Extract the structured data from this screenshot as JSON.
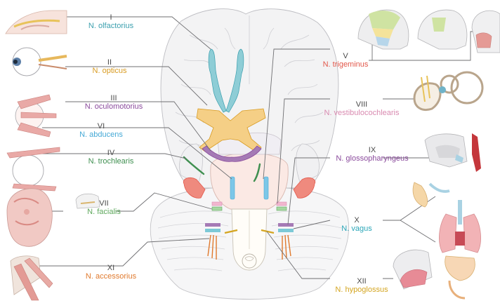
{
  "colors": {
    "olfactorius": "#3a9fae",
    "opticus": "#d89a1f",
    "trigeminus": "#e2574a",
    "oculomotorius": "#8a4a9c",
    "vestibulocochlearis": "#d98ab0",
    "abducens": "#45a9d6",
    "trochlearis": "#3f8f50",
    "glossopharyngeus": "#8a4a9c",
    "facialis": "#5ea85c",
    "vagus": "#2aa6b8",
    "accessorius": "#e07a2e",
    "hypoglossus": "#d4a520"
  },
  "nerves": [
    {
      "id": "olfactorius",
      "numeral": "I",
      "name": "N. olfactorius",
      "icon": "nose-section-icon"
    },
    {
      "id": "opticus",
      "numeral": "II",
      "name": "N. opticus",
      "icon": "eyeball-icon"
    },
    {
      "id": "oculomotorius",
      "numeral": "III",
      "name": "N. oculomotorius",
      "icon": "eye-muscles-icon"
    },
    {
      "id": "abducens",
      "numeral": "VI",
      "name": "N. abducens",
      "icon": "eye-muscles-icon"
    },
    {
      "id": "trochlearis",
      "numeral": "IV",
      "name": "N. trochlearis",
      "icon": "eye-oblique-icon"
    },
    {
      "id": "facialis",
      "numeral": "VII",
      "name": "N. facialis",
      "icon": "face-muscles-icon"
    },
    {
      "id": "accessorius",
      "numeral": "XI",
      "name": "N. accessorius",
      "icon": "neck-muscles-icon"
    },
    {
      "id": "trigeminus",
      "numeral": "V",
      "name": "N. trigeminus",
      "icon": "head-dermatomes-icon"
    },
    {
      "id": "vestibulocochlearis",
      "numeral": "VIII",
      "name": "N. vestibulocochlearis",
      "icon": "inner-ear-icon"
    },
    {
      "id": "glossopharyngeus",
      "numeral": "IX",
      "name": "N. glossopharyngeus",
      "icon": "pharynx-icon"
    },
    {
      "id": "vagus",
      "numeral": "X",
      "name": "N. vagus",
      "icon": "thorax-organs-icon"
    },
    {
      "id": "hypoglossus",
      "numeral": "XII",
      "name": "N. hypoglossus",
      "icon": "tongue-icon"
    }
  ]
}
